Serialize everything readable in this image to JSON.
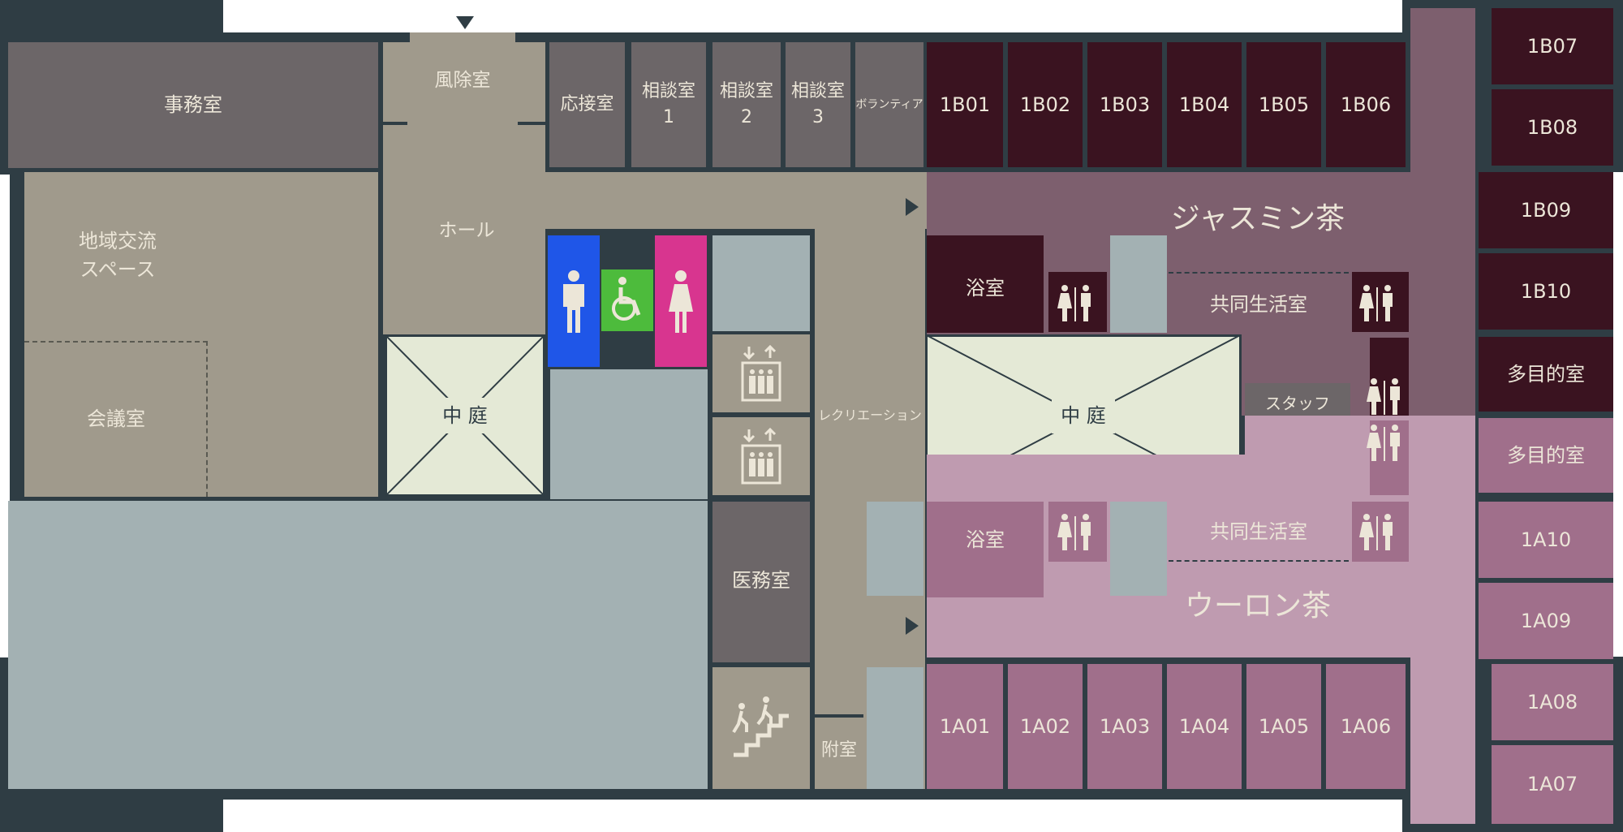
{
  "rooms": {
    "office": "事務室",
    "vestibule": "風除室",
    "reception": "応接室",
    "consult1": "相談室\n1",
    "consult2": "相談室\n2",
    "consult3": "相談室\n3",
    "volunteer": "ボランティア",
    "community": "地域交流\nスペース",
    "meeting": "会議室",
    "hall": "ホール",
    "courtyard_left": "中 庭",
    "courtyard_right": "中 庭",
    "recreation": "レクリエーション",
    "medical": "医務室",
    "annex": "附室",
    "bath_b": "浴室",
    "bath_a": "浴室",
    "shared_b": "共同生活室",
    "shared_a": "共同生活室",
    "staff": "スタッフ\nステーション",
    "unit_b": "ジャスミン茶",
    "unit_a": "ウーロン茶",
    "multi_b": "多目的室",
    "multi_a": "多目的室",
    "b_rooms_top": [
      "1B01",
      "1B02",
      "1B03",
      "1B04",
      "1B05",
      "1B06"
    ],
    "b_rooms_right": [
      "1B07",
      "1B08",
      "1B09",
      "1B10"
    ],
    "a_rooms_bottom": [
      "1A01",
      "1A02",
      "1A03",
      "1A04",
      "1A05",
      "1A06"
    ],
    "a_rooms_right": [
      "1A10",
      "1A09",
      "1A08",
      "1A07"
    ]
  },
  "icons": {
    "entrance": "entrance-arrow-icon",
    "toilet_male": "male-toilet-icon",
    "toilet_accessible": "wheelchair-icon",
    "toilet_female": "female-toilet-icon",
    "elevator": "elevator-icon",
    "stairs": "stairs-icon",
    "restroom": "restroom-icon"
  },
  "colors": {
    "background": "#2f3d44",
    "unit_b_rooms": "#3a1320",
    "unit_b_common": "#7d5f6e",
    "unit_a_rooms": "#a06f8b",
    "unit_a_common": "#bf9bb0",
    "male": "#1f56e8",
    "accessible": "#4dbb3c",
    "female": "#d8358f",
    "courtyard": "#e4e9d6"
  }
}
